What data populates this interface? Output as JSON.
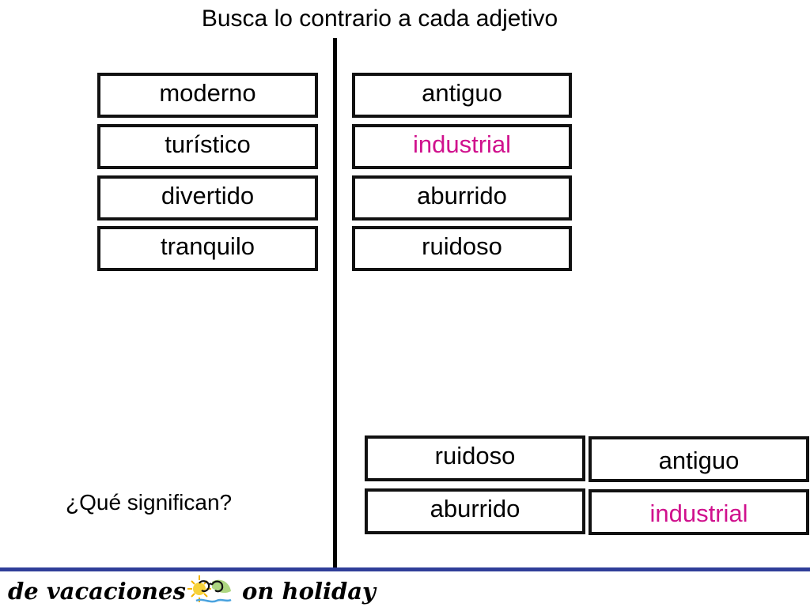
{
  "title": "Busca lo contrario a cada adjetivo",
  "colors": {
    "accent": "#d0118d",
    "footer_rule": "#2f3e99",
    "border": "#111111"
  },
  "left_column": [
    {
      "label": "moderno"
    },
    {
      "label": "turístico"
    },
    {
      "label": "divertido"
    },
    {
      "label": "tranquilo"
    }
  ],
  "right_column": [
    {
      "label": "antiguo",
      "highlight": false
    },
    {
      "label": "industrial",
      "highlight": true
    },
    {
      "label": "aburrido",
      "highlight": false
    },
    {
      "label": "ruidoso",
      "highlight": false
    }
  ],
  "bottom_tiles": [
    {
      "label": "ruidoso",
      "highlight": false
    },
    {
      "label": "antiguo",
      "highlight": false
    },
    {
      "label": "aburrido",
      "highlight": false
    },
    {
      "label": "industrial",
      "highlight": true
    }
  ],
  "question": "¿Qué significan?",
  "footer": {
    "left_text": "de vacaciones",
    "right_text": "on holiday",
    "logo_icon": "sun-sunglasses-logo-icon"
  }
}
